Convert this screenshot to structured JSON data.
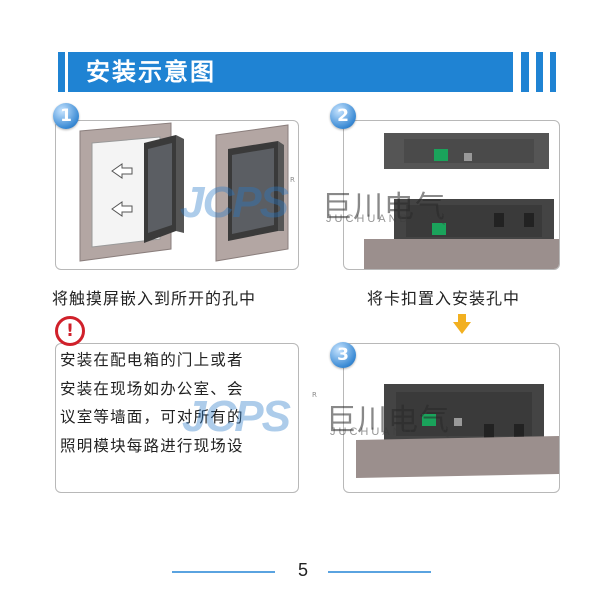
{
  "header": {
    "title": "安装示意图",
    "color": "#1f83d3"
  },
  "steps": [
    {
      "number": "1",
      "caption": "将触摸屏嵌入到所开的孔中"
    },
    {
      "number": "2",
      "caption": "将卡扣置入安装孔中"
    },
    {
      "number": "3",
      "caption": ""
    }
  ],
  "notice": {
    "icon": "warning-icon",
    "symbol": "!",
    "lines": [
      "安装在配电箱的门上或者",
      "安装在现场如办公室、会",
      "议室等墙面，可对所有的",
      "照明模块每路进行现场设"
    ]
  },
  "watermark": {
    "logo": "JCPS",
    "brand_cn": "巨川电气",
    "brand_en": "JUCHUANDIANQI",
    "mark": "R"
  },
  "page_number": "5",
  "colors": {
    "accent": "#1f83d3",
    "arrow": "#f2b020",
    "warning": "#d0202a"
  }
}
